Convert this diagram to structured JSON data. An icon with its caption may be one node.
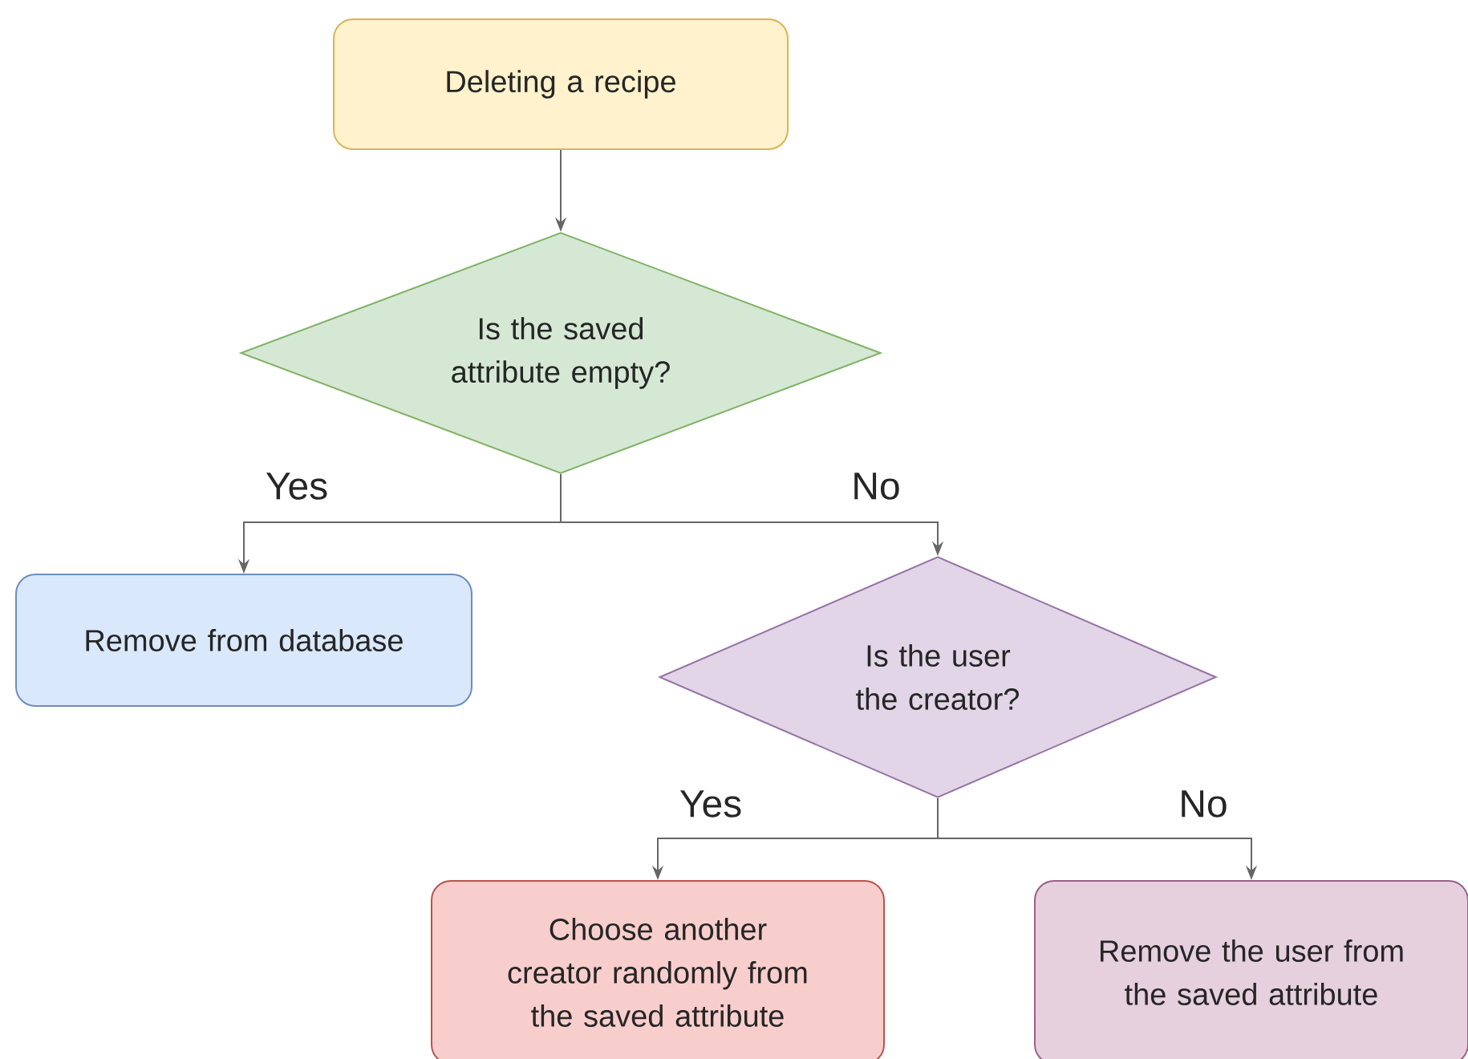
{
  "diagram": {
    "nodes": [
      {
        "text": [
          "Deleting a recipe"
        ]
      },
      {
        "text": [
          "Is the saved attribute empty?"
        ]
      },
      {
        "text": [
          "Remove from database"
        ]
      },
      {
        "text": [
          "Is the user the creator?"
        ]
      },
      {
        "text": [
          "Choose another creator randomly from the saved attribute"
        ]
      },
      {
        "text": [
          "Remove the user from the saved attribute"
        ]
      }
    ],
    "edges": [
      {
        "from": 0,
        "to": 1,
        "arrow": "to"
      },
      {
        "from": 1,
        "to": 2,
        "arrow": "to",
        "label": "Yes"
      },
      {
        "from": 1,
        "to": 3,
        "arrow": "to",
        "label": "No"
      },
      {
        "from": 3,
        "to": 4,
        "arrow": "to",
        "label": "Yes"
      },
      {
        "from": 3,
        "to": 5,
        "arrow": "to",
        "label": "No"
      }
    ]
  }
}
